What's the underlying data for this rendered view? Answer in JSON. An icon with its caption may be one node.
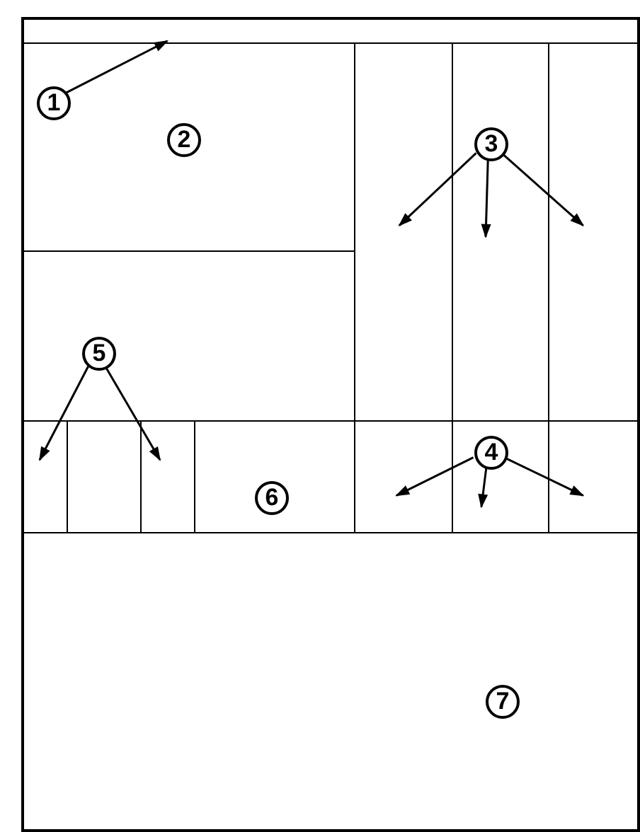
{
  "diagram": {
    "nodes": [
      {
        "text": [],
        "shape": "box"
      },
      {
        "text": [],
        "shape": "box",
        "in": 0
      },
      {
        "text": [],
        "shape": "box",
        "in": 0
      },
      {
        "text": [
          "1"
        ],
        "in": 2
      },
      {
        "text": [
          "2"
        ],
        "in": 2
      },
      {
        "text": [],
        "shape": "box",
        "in": 0
      },
      {
        "text": [],
        "shape": "box",
        "in": 0
      },
      {
        "text": [
          "3"
        ],
        "in": 6
      },
      {
        "text": [],
        "shape": "box",
        "in": 0
      },
      {
        "text": [],
        "shape": "box",
        "in": 0
      },
      {
        "text": [
          "5"
        ],
        "in": 9
      },
      {
        "text": [],
        "shape": "box",
        "in": 0
      },
      {
        "text": [],
        "shape": "box",
        "in": 0
      },
      {
        "text": [],
        "shape": "box",
        "in": 0
      },
      {
        "text": [],
        "shape": "box",
        "in": 0
      },
      {
        "text": [
          "6"
        ],
        "in": 14
      },
      {
        "text": [],
        "shape": "box",
        "in": 0
      },
      {
        "text": [],
        "shape": "box",
        "in": 0
      },
      {
        "text": [
          "4"
        ],
        "in": 17
      },
      {
        "text": [],
        "shape": "box",
        "in": 0
      },
      {
        "text": [],
        "shape": "box",
        "in": 0
      },
      {
        "text": [
          "7"
        ],
        "in": 20
      }
    ],
    "edges": [
      {
        "from": 3,
        "to": 1,
        "arrow": "to"
      },
      {
        "from": 7,
        "to": 5,
        "arrow": "to"
      },
      {
        "from": 7,
        "to": 6,
        "arrow": "to"
      },
      {
        "from": 7,
        "to": 8,
        "arrow": "to"
      },
      {
        "from": 18,
        "to": 16,
        "arrow": "to"
      },
      {
        "from": 18,
        "to": 17,
        "arrow": "to"
      },
      {
        "from": 18,
        "to": 19,
        "arrow": "to"
      },
      {
        "from": 10,
        "to": 11,
        "arrow": "to"
      },
      {
        "from": 10,
        "to": 13,
        "arrow": "to"
      }
    ]
  }
}
